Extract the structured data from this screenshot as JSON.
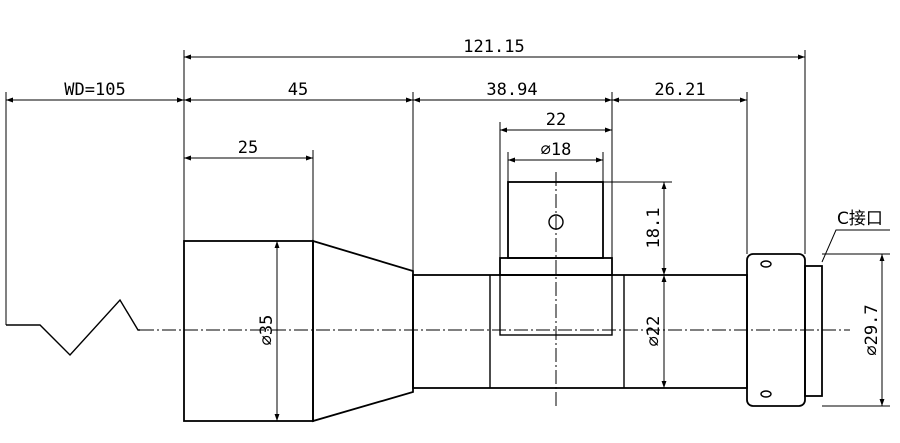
{
  "dimensions": {
    "overall_length": "121.15",
    "working_distance": "WD=105",
    "front_section": "45",
    "middle_section": "38.94",
    "rear_section": "26.21",
    "front_taper": "25",
    "port_width": "22",
    "port_diameter": "⌀18",
    "port_height": "18.1",
    "front_diameter": "⌀35",
    "body_diameter": "⌀22",
    "mount_diameter": "⌀29.7"
  },
  "labels": {
    "mount": "C接口"
  }
}
